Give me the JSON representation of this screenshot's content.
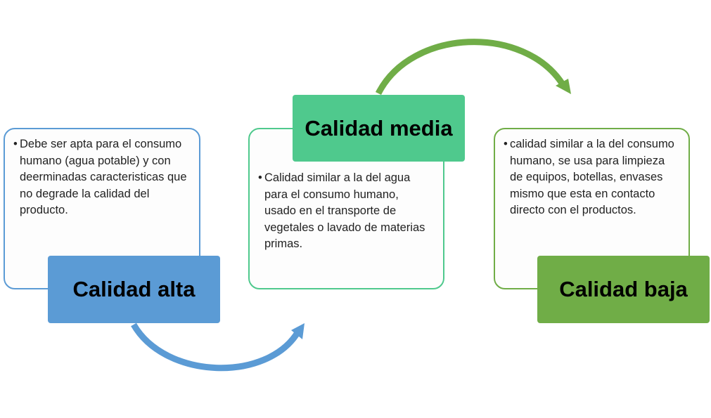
{
  "colors": {
    "alta": "#5b9bd5",
    "media": "#4fc98d",
    "baja": "#70ad47",
    "arrow_blue": "#5b9bd5",
    "arrow_green": "#70ad47"
  },
  "stages": [
    {
      "title": "Calidad alta",
      "description": "Debe ser apta para el consumo humano (agua potable) y con deerminadas caracteristicas que no degrade la calidad del producto."
    },
    {
      "title": "Calidad media",
      "description": "Calidad similar a la del agua para el consumo humano, usado en el transporte de vegetales o lavado de materias primas."
    },
    {
      "title": "Calidad baja",
      "description": "calidad similar a la del consumo humano, se usa para limpieza de equipos, botellas, envases mismo que esta en contacto directo con el productos."
    }
  ],
  "bullet_glyph": "•"
}
